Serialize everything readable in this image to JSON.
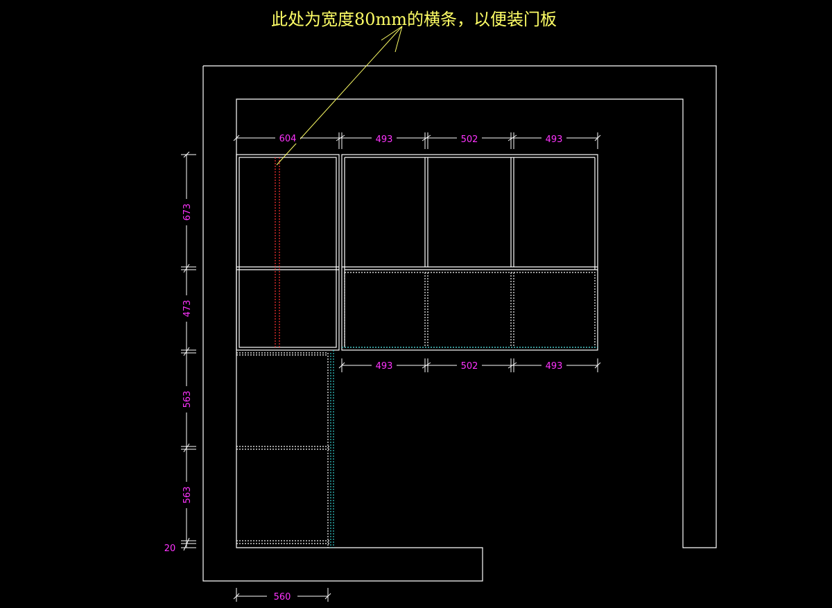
{
  "annotation": {
    "text": "此处为宽度80mm的横条，以便装门板"
  },
  "dimensions": {
    "top_row": [
      "604",
      "493",
      "502",
      "493"
    ],
    "middle_row": [
      "493",
      "502",
      "493"
    ],
    "left_column": [
      "673",
      "473",
      "563",
      "563",
      "20"
    ],
    "bottom": "560"
  },
  "colors": {
    "background": "#000000",
    "walls": "#ffffff",
    "dimension_text": "#ff33ff",
    "annotation": "#ffff66",
    "hidden_line": "#ff3333",
    "cyan_line": "#33cccc"
  }
}
